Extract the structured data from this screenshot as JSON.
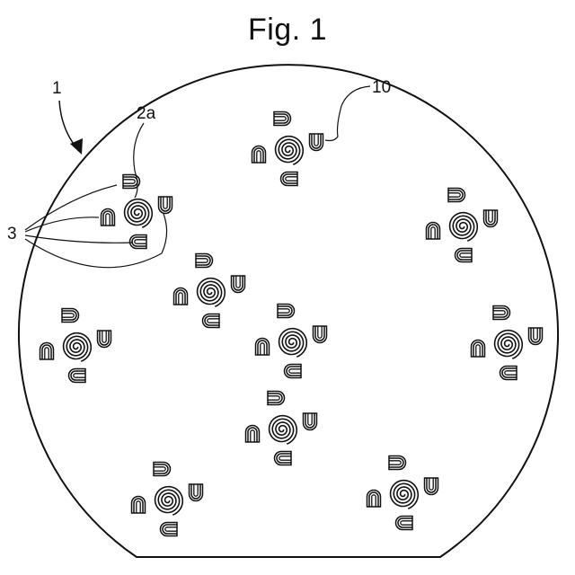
{
  "figure": {
    "title": "Fig. 1",
    "labels": {
      "wafer": "1",
      "chip": "2a",
      "terminals": "3",
      "coil": "10"
    }
  }
}
